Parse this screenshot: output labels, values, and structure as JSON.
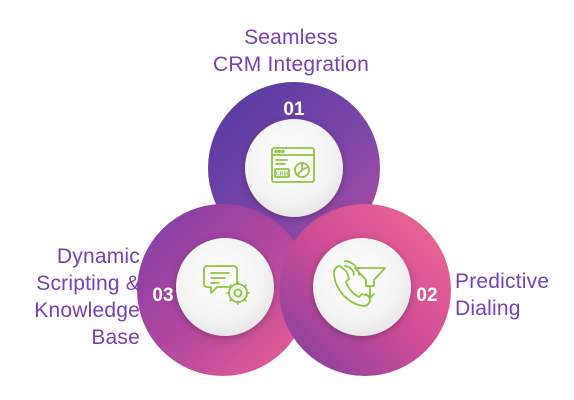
{
  "items": [
    {
      "number": "01",
      "title_lines": [
        "Seamless",
        "CRM Integration"
      ],
      "icon": "crm-browser-icon",
      "ring_colors": [
        "#5b3aa6",
        "#a54aa2",
        "#7a44a8"
      ]
    },
    {
      "number": "02",
      "title_lines": [
        "Predictive",
        "Dialing"
      ],
      "icon": "phone-filter-icon",
      "ring_colors": [
        "#f06391",
        "#c94b97",
        "#8c3fa3"
      ]
    },
    {
      "number": "03",
      "title_lines": [
        "Dynamic",
        "Scripting &",
        "Knowledge",
        "Base"
      ],
      "icon": "chat-gear-icon",
      "ring_colors": [
        "#8d3fa7",
        "#c0479d",
        "#ea5d92"
      ]
    }
  ],
  "colors": {
    "label_text": "#7a3fb0",
    "icon_stroke": "#8dc63f",
    "number_text": "#ffffff",
    "inner_circle": "#f4f4f4"
  }
}
